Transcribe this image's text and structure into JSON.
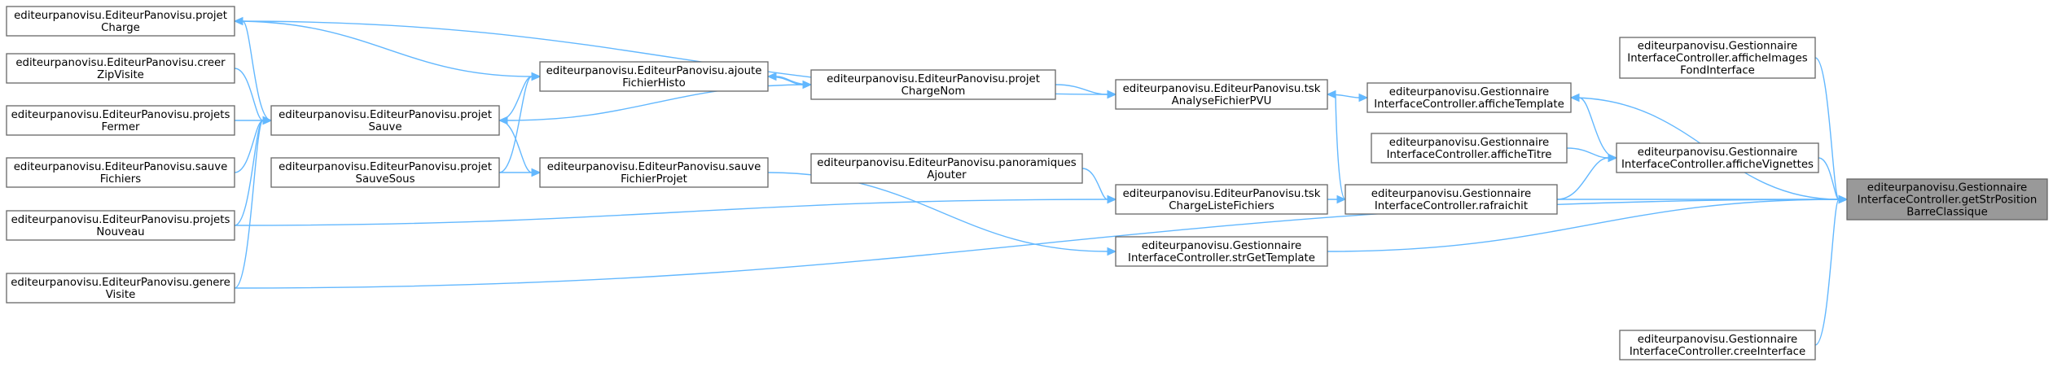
{
  "graph": {
    "type": "doxygen-caller-graph",
    "colors": {
      "edge": "#63b8ff",
      "root_fill": "#999999",
      "node_border": "#666666"
    },
    "nodes": [
      {
        "id": "projetCharge",
        "lines": [
          "editeurpanovisu.EditeurPanovisu.projet",
          "Charge"
        ]
      },
      {
        "id": "creerZipVisite",
        "lines": [
          "editeurpanovisu.EditeurPanovisu.creer",
          "ZipVisite"
        ]
      },
      {
        "id": "projetsFermer",
        "lines": [
          "editeurpanovisu.EditeurPanovisu.projets",
          "Fermer"
        ]
      },
      {
        "id": "sauveFichiers",
        "lines": [
          "editeurpanovisu.EditeurPanovisu.sauve",
          "Fichiers"
        ]
      },
      {
        "id": "projetsNouveau",
        "lines": [
          "editeurpanovisu.EditeurPanovisu.projets",
          "Nouveau"
        ]
      },
      {
        "id": "genereVisite",
        "lines": [
          "editeurpanovisu.EditeurPanovisu.genere",
          "Visite"
        ]
      },
      {
        "id": "projetSauve",
        "lines": [
          "editeurpanovisu.EditeurPanovisu.projet",
          "Sauve"
        ]
      },
      {
        "id": "projetSauveSous",
        "lines": [
          "editeurpanovisu.EditeurPanovisu.projet",
          "SauveSous"
        ]
      },
      {
        "id": "ajouteFichierHisto",
        "lines": [
          "editeurpanovisu.EditeurPanovisu.ajoute",
          "FichierHisto"
        ]
      },
      {
        "id": "sauveFichierProjet",
        "lines": [
          "editeurpanovisu.EditeurPanovisu.sauve",
          "FichierProjet"
        ]
      },
      {
        "id": "projetChargeNom",
        "lines": [
          "editeurpanovisu.EditeurPanovisu.projet",
          "ChargeNom"
        ]
      },
      {
        "id": "panoramiquesAjouter",
        "lines": [
          "editeurpanovisu.EditeurPanovisu.panoramiques",
          "Ajouter"
        ]
      },
      {
        "id": "tskAnalyseFichierPVU",
        "lines": [
          "editeurpanovisu.EditeurPanovisu.tsk",
          "AnalyseFichierPVU"
        ]
      },
      {
        "id": "tskChargeListeFichiers",
        "lines": [
          "editeurpanovisu.EditeurPanovisu.tsk",
          "ChargeListeFichiers"
        ]
      },
      {
        "id": "strGetTemplate",
        "lines": [
          "editeurpanovisu.Gestionnaire",
          "InterfaceController.strGetTemplate"
        ]
      },
      {
        "id": "afficheTemplate",
        "lines": [
          "editeurpanovisu.Gestionnaire",
          "InterfaceController.afficheTemplate"
        ]
      },
      {
        "id": "afficheTitre",
        "lines": [
          "editeurpanovisu.Gestionnaire",
          "InterfaceController.afficheTitre"
        ]
      },
      {
        "id": "rafraichit",
        "lines": [
          "editeurpanovisu.Gestionnaire",
          "InterfaceController.rafraichit"
        ]
      },
      {
        "id": "afficheImagesFondInterface",
        "lines": [
          "editeurpanovisu.Gestionnaire",
          "InterfaceController.afficheImages",
          "FondInterface"
        ]
      },
      {
        "id": "afficheVignettes",
        "lines": [
          "editeurpanovisu.Gestionnaire",
          "InterfaceController.afficheVignettes"
        ]
      },
      {
        "id": "creeInterface",
        "lines": [
          "editeurpanovisu.Gestionnaire",
          "InterfaceController.creeInterface"
        ]
      },
      {
        "id": "getStrPositionBarreClassique",
        "lines": [
          "editeurpanovisu.Gestionnaire",
          "InterfaceController.getStrPosition",
          "BarreClassique"
        ],
        "root": true
      }
    ],
    "edges": [
      {
        "from": "projetCharge",
        "to": "tskAnalyseFichierPVU"
      },
      {
        "from": "projetCharge",
        "to": "ajouteFichierHisto"
      },
      {
        "from": "projetSauve",
        "to": "projetCharge"
      },
      {
        "from": "creerZipVisite",
        "to": "projetSauve"
      },
      {
        "from": "projetsFermer",
        "to": "projetSauve"
      },
      {
        "from": "sauveFichiers",
        "to": "projetSauve"
      },
      {
        "from": "projetsNouveau",
        "to": "projetSauve"
      },
      {
        "from": "genereVisite",
        "to": "projetSauve"
      },
      {
        "from": "projetSauve",
        "to": "ajouteFichierHisto"
      },
      {
        "from": "projetSauveSous",
        "to": "ajouteFichierHisto"
      },
      {
        "from": "projetChargeNom",
        "to": "ajouteFichierHisto"
      },
      {
        "from": "ajouteFichierHisto",
        "to": "projetChargeNom"
      },
      {
        "from": "projetChargeNom",
        "to": "projetSauve"
      },
      {
        "from": "projetSauve",
        "to": "sauveFichierProjet"
      },
      {
        "from": "projetSauveSous",
        "to": "sauveFichierProjet"
      },
      {
        "from": "projetChargeNom",
        "to": "tskAnalyseFichierPVU"
      },
      {
        "from": "tskAnalyseFichierPVU",
        "to": "afficheTemplate"
      },
      {
        "from": "rafraichit",
        "to": "tskAnalyseFichierPVU"
      },
      {
        "from": "panoramiquesAjouter",
        "to": "tskChargeListeFichiers"
      },
      {
        "from": "projetsNouveau",
        "to": "tskChargeListeFichiers"
      },
      {
        "from": "tskChargeListeFichiers",
        "to": "rafraichit"
      },
      {
        "from": "sauveFichierProjet",
        "to": "strGetTemplate"
      },
      {
        "from": "afficheVignettes",
        "to": "afficheTemplate"
      },
      {
        "from": "afficheTitre",
        "to": "afficheVignettes"
      },
      {
        "from": "rafraichit",
        "to": "afficheVignettes"
      },
      {
        "from": "afficheImagesFondInterface",
        "to": "getStrPositionBarreClassique"
      },
      {
        "from": "afficheTemplate",
        "to": "getStrPositionBarreClassique"
      },
      {
        "from": "afficheVignettes",
        "to": "getStrPositionBarreClassique"
      },
      {
        "from": "rafraichit",
        "to": "getStrPositionBarreClassique"
      },
      {
        "from": "strGetTemplate",
        "to": "getStrPositionBarreClassique"
      },
      {
        "from": "genereVisite",
        "to": "getStrPositionBarreClassique"
      },
      {
        "from": "creeInterface",
        "to": "getStrPositionBarreClassique"
      }
    ]
  }
}
